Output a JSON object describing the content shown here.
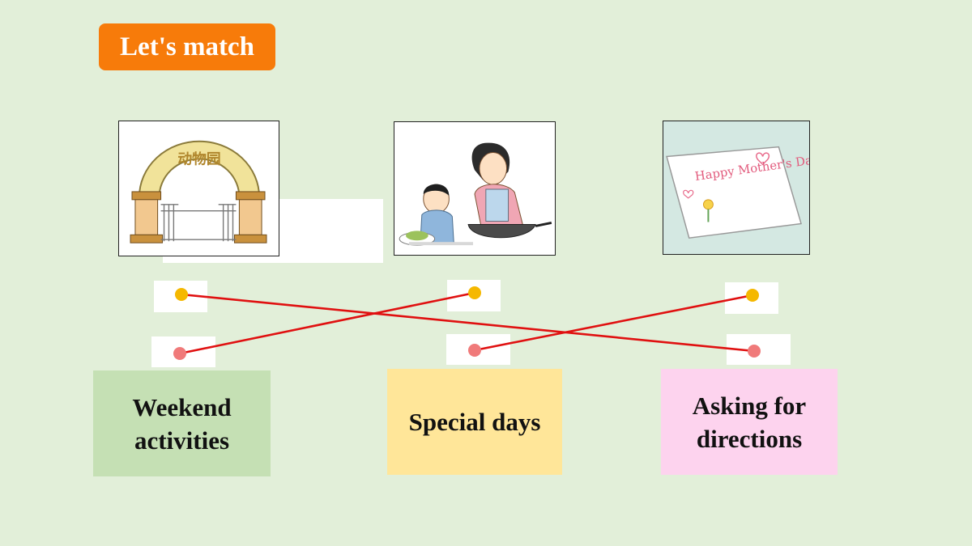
{
  "title": "Let's match",
  "pictures": [
    {
      "name": "zoo-gate",
      "sign_text": "动物园"
    },
    {
      "name": "mother-cooking-with-boy"
    },
    {
      "name": "mothers-day-card",
      "card_text": "Happy Mother's Day!"
    }
  ],
  "categories": [
    {
      "label": "Weekend activities",
      "color": "#c5e0b4"
    },
    {
      "label": "Special days",
      "color": "#ffe699"
    },
    {
      "label": "Asking for directions",
      "color": "#fdd3ee"
    }
  ],
  "colors": {
    "background": "#e2efd9",
    "title_badge": "#f77b0a",
    "line": "#e01010",
    "top_dot": "#f5b800",
    "bottom_dot": "#f07a7a"
  },
  "matches": [
    {
      "picture": 0,
      "category": 2
    },
    {
      "picture": 1,
      "category": 0
    },
    {
      "picture": 2,
      "category": 1
    }
  ]
}
